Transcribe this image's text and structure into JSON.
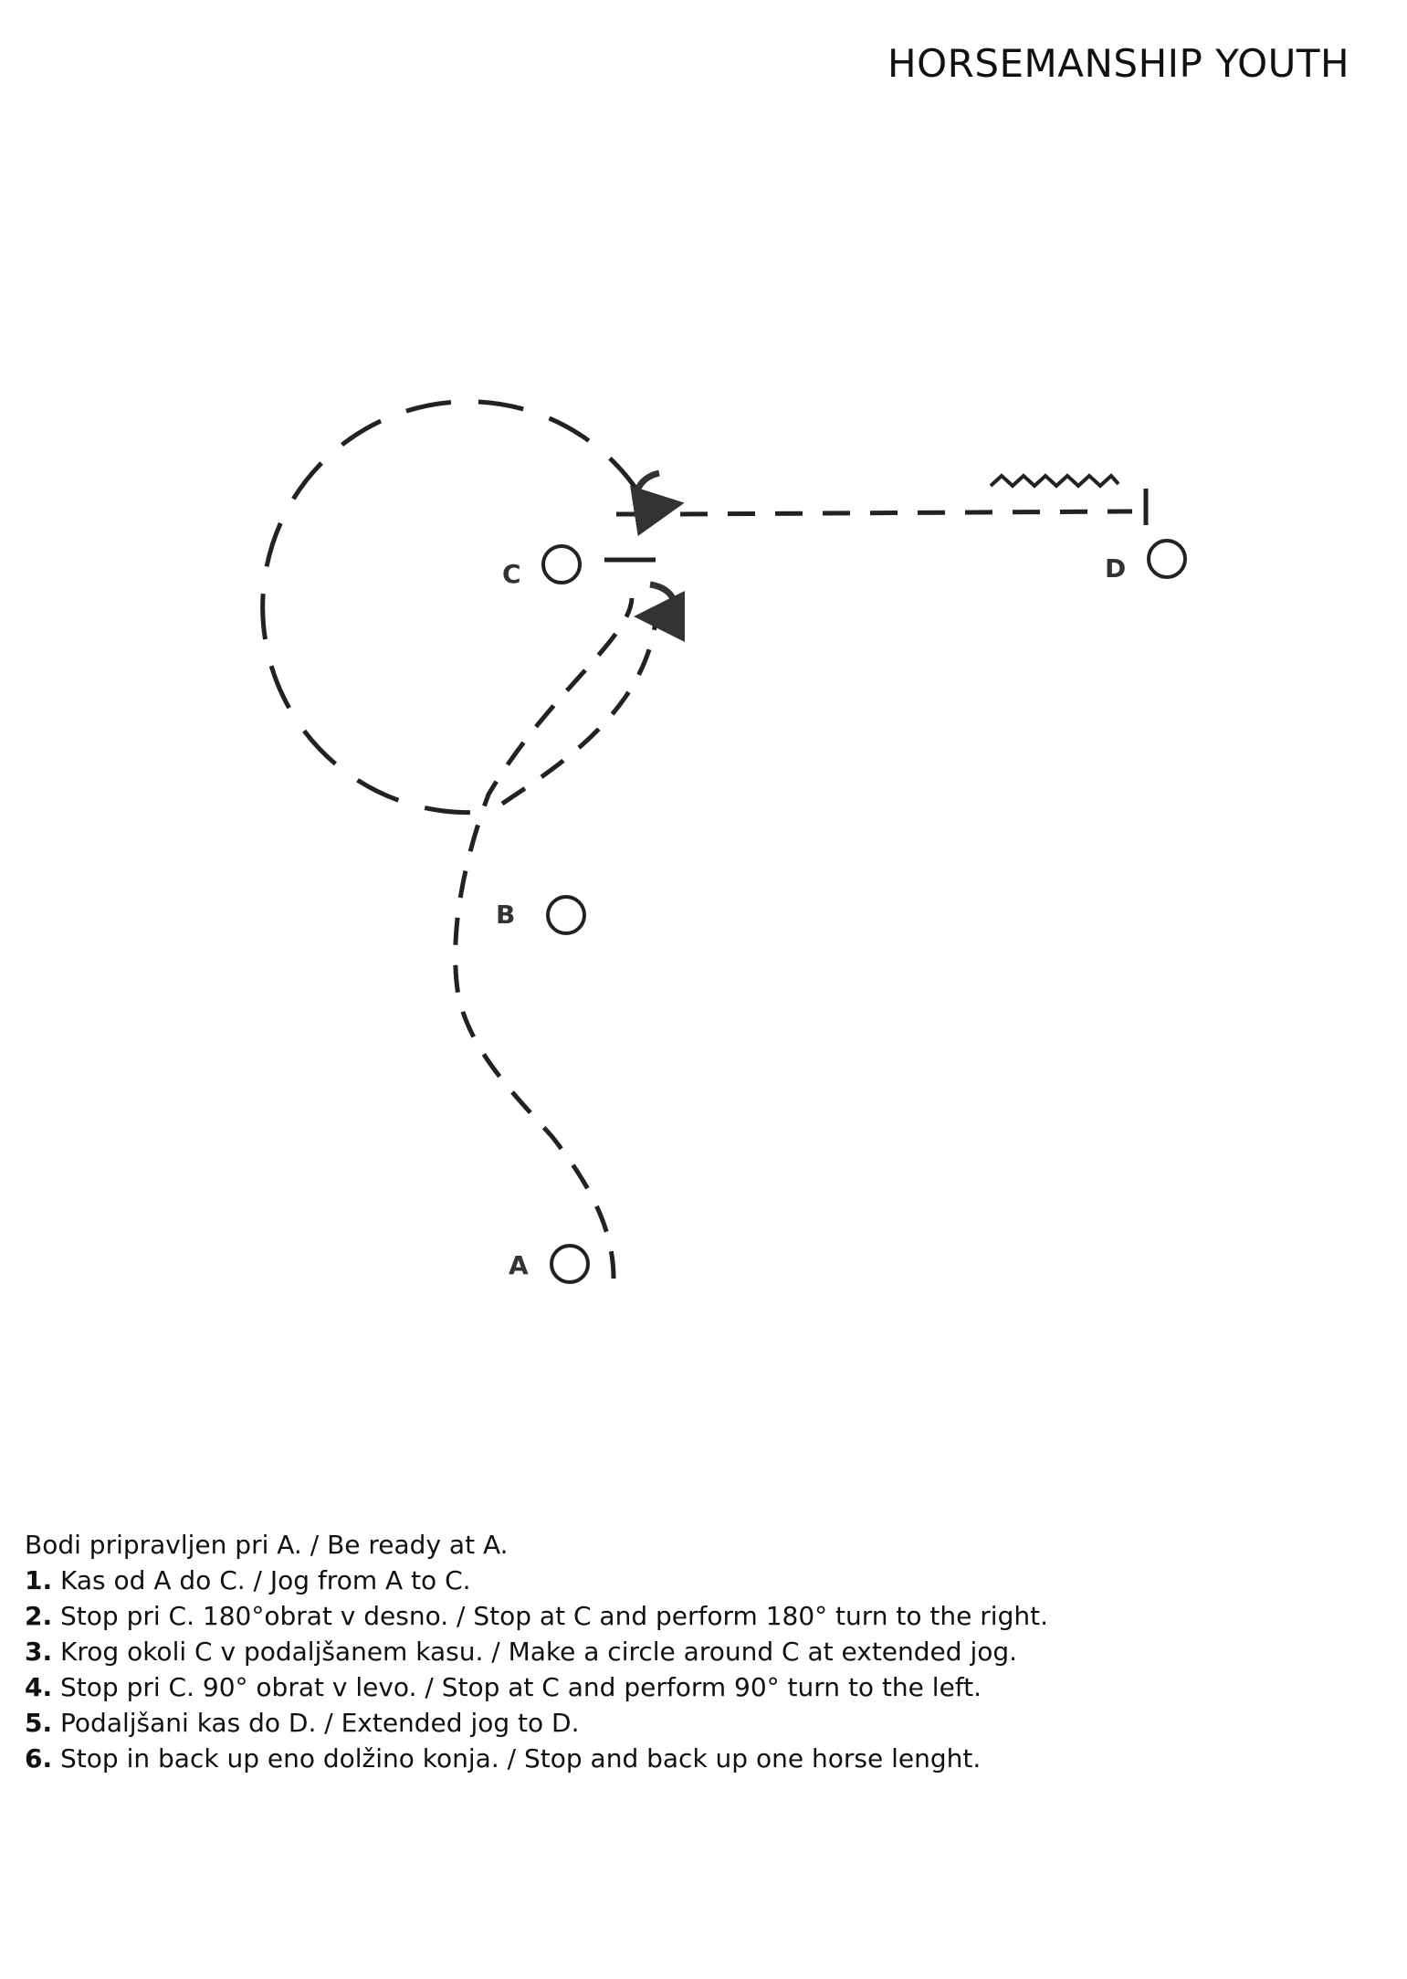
{
  "title": "HORSEMANSHIP YOUTH",
  "markers": [
    {
      "id": "A",
      "label": "A"
    },
    {
      "id": "B",
      "label": "B"
    },
    {
      "id": "C",
      "label": "C"
    },
    {
      "id": "D",
      "label": "D"
    }
  ],
  "instructions": {
    "intro": "Bodi pripravljen pri A. / Be ready at A.",
    "steps": [
      {
        "num": "1.",
        "text": " Kas od A do C. / Jog from A to C."
      },
      {
        "num": "2.",
        "text": " Stop pri C. 180°obrat v desno. / Stop at C and perform 180° turn to the right."
      },
      {
        "num": "3.",
        "text": " Krog okoli C v podaljšanem kasu. / Make a circle around C at extended jog."
      },
      {
        "num": "4.",
        "text": " Stop pri C. 90° obrat v levo. / Stop at C and perform 90° turn to the left."
      },
      {
        "num": "5.",
        "text": " Podaljšani kas do D. / Extended jog to D."
      },
      {
        "num": "6.",
        "text": " Stop in back up eno dolžino konja. / Stop and back up one horse lenght."
      }
    ]
  }
}
